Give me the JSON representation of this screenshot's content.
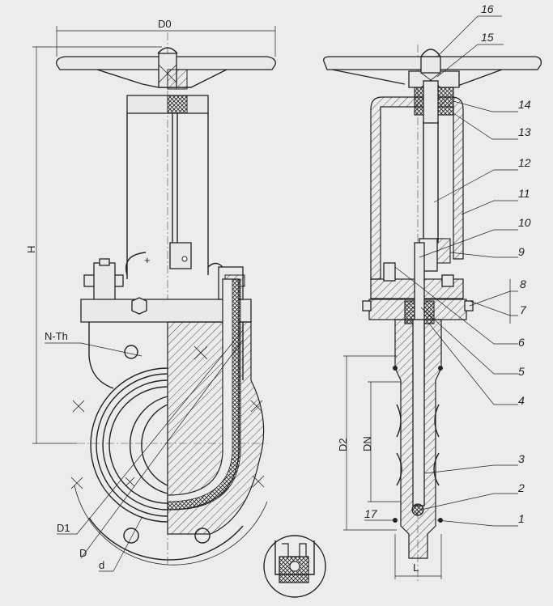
{
  "labels": {
    "d0": "D0",
    "h": "H",
    "nth": "N-Th",
    "d1": "D1",
    "d": "D",
    "d_small": "d",
    "d2": "D2",
    "dn": "DN",
    "l": "L"
  },
  "parts": [
    "1",
    "2",
    "3",
    "4",
    "5",
    "6",
    "7",
    "8",
    "9",
    "10",
    "11",
    "12",
    "13",
    "14",
    "15",
    "16",
    "17"
  ]
}
